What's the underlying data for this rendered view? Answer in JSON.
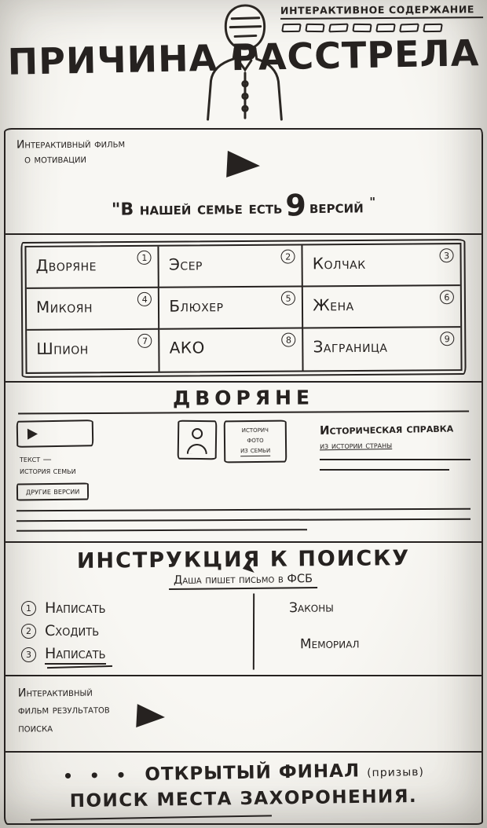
{
  "colors": {
    "ink": "#262220",
    "paper": "#f6f5f0"
  },
  "header": {
    "toc_label": "ИНТЕРАКТИВНОЕ СОДЕРЖАНИЕ",
    "title_word1": "ПРИЧИНА",
    "title_word2": "РАССТРЕЛА"
  },
  "intro": {
    "film_label_line1": "Интерактивный фильм",
    "film_label_line2": "о мотивации",
    "quote_open": "\"",
    "quote_prefix": "В нашей семье есть",
    "quote_number": "9",
    "quote_suffix": "версий",
    "quote_close": "\""
  },
  "versions": {
    "cells": [
      {
        "num": "1",
        "label": "Дворяне"
      },
      {
        "num": "2",
        "label": "Эсер"
      },
      {
        "num": "3",
        "label": "Колчак"
      },
      {
        "num": "4",
        "label": "Микоян"
      },
      {
        "num": "5",
        "label": "Блюхер"
      },
      {
        "num": "6",
        "label": "Жена"
      },
      {
        "num": "7",
        "label": "Шпион"
      },
      {
        "num": "8",
        "label": "АКО"
      },
      {
        "num": "9",
        "label": "Заграница"
      }
    ]
  },
  "detail": {
    "title": "ДВОРЯНЕ",
    "video_caption_line1": "текст —",
    "video_caption_line2": "история семьи",
    "photo_caption_line1": "историч",
    "photo_caption_line2": "фото",
    "photo_caption_line3": "из семьи",
    "reference_title": "Историческая справка",
    "reference_subtitle": "из истории страны",
    "other_versions_label": "другие версии"
  },
  "instructions": {
    "title": "ИНСТРУКЦИЯ К ПОИСКУ",
    "subtitle": "Даша пишет письмо в ФСБ",
    "steps": [
      {
        "num": "1",
        "label": "Написать"
      },
      {
        "num": "2",
        "label": "Сходить"
      },
      {
        "num": "3",
        "label": "Написать"
      }
    ],
    "link1": "Законы",
    "link2": "Мемориал"
  },
  "results": {
    "label_line1": "Интерактивный",
    "label_line2": "фильм результатов",
    "label_line3": "поиска"
  },
  "footer": {
    "dots": "• • •",
    "final_heading": "ОТКРЫТЫЙ ФИНАЛ",
    "final_note": "(призыв)",
    "search_heading": "ПОИСК МЕСТА ЗАХОРОНЕНИЯ."
  }
}
